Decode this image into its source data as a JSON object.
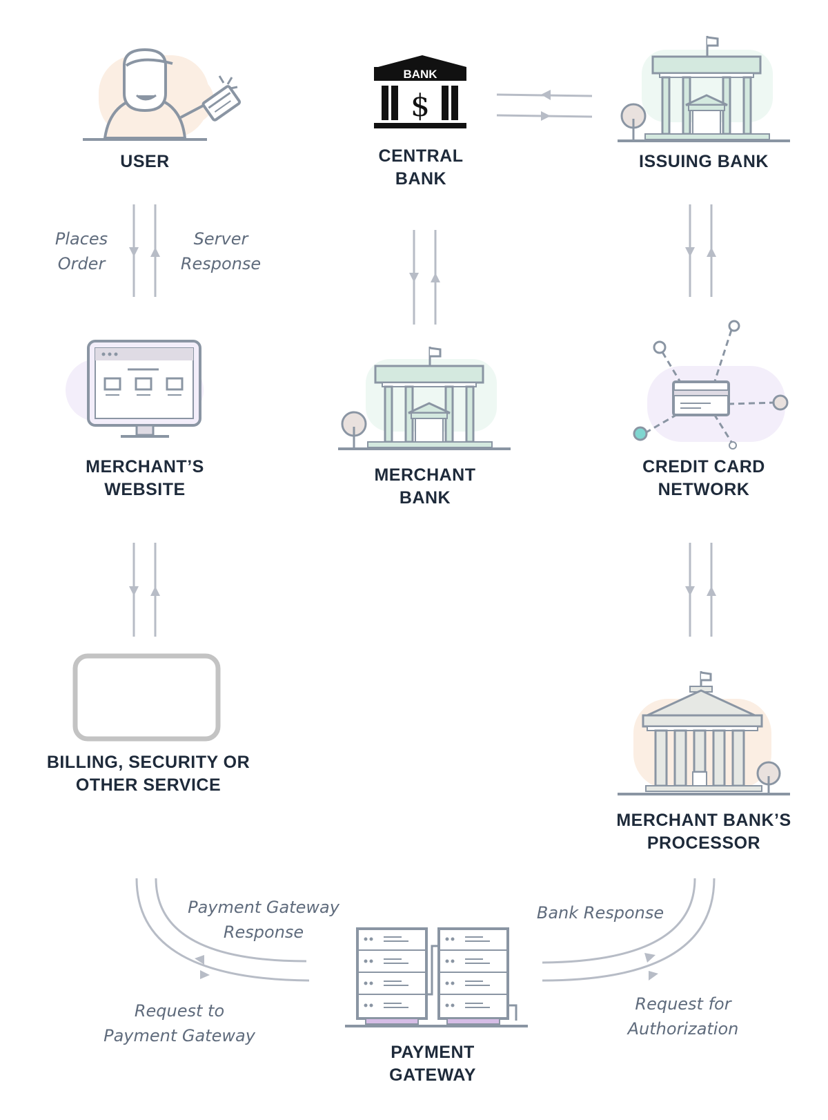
{
  "nodes": {
    "user": {
      "line1": "USER"
    },
    "central_bank": {
      "line1": "CENTRAL",
      "line2": "BANK",
      "sign": "BANK",
      "symbol": "$"
    },
    "issuing_bank": {
      "line1": "ISSUING BANK"
    },
    "merchant_website": {
      "line1": "MERCHANT’S",
      "line2": "WEBSITE"
    },
    "merchant_bank": {
      "line1": "MERCHANT",
      "line2": "BANK"
    },
    "credit_card_network": {
      "line1": "CREDIT CARD",
      "line2": "NETWORK"
    },
    "billing_service": {
      "line1": "BILLING, SECURITY OR",
      "line2": "OTHER SERVICE"
    },
    "merchant_bank_processor": {
      "line1": "MERCHANT BANK’S",
      "line2": "PROCESSOR"
    },
    "payment_gateway": {
      "line1": "PAYMENT",
      "line2": "GATEWAY"
    }
  },
  "edges": {
    "places_order": {
      "line1": "Places",
      "line2": "Order"
    },
    "server_response": {
      "line1": "Server",
      "line2": "Response"
    },
    "payment_gateway_response": {
      "line1": "Payment Gateway",
      "line2": "Response"
    },
    "request_to_payment_gateway": {
      "line1": "Request to",
      "line2": "Payment Gateway"
    },
    "bank_response": {
      "line1": "Bank Response"
    },
    "request_for_authorization": {
      "line1": "Request for",
      "line2": "Authorization"
    }
  },
  "colors": {
    "line": "#b7bcc6",
    "icon_stroke": "#8a95a3",
    "label_text": "#1e2a3a",
    "edge_text": "#5f6b7c",
    "bank_fill": "#d4e9df",
    "peach_blob": "#fbeee3",
    "lavender_blob": "#f3eefa",
    "mint_blob": "#eef8f3",
    "billing_box": "#c3c3c3",
    "server_accent": "#d6bde6",
    "node_teal": "#7fd6d0"
  }
}
